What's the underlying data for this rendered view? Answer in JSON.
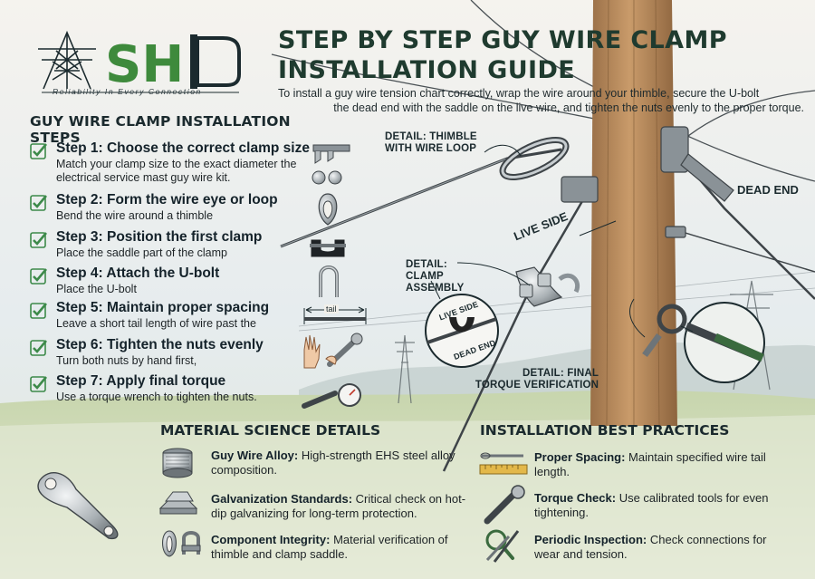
{
  "brand": {
    "logo_text": "SHD",
    "tagline": "Reliability In Every Connection"
  },
  "title": {
    "line1": "STEP BY STEP GUY WIRE CLAMP",
    "line2": "INSTALLATION GUIDE"
  },
  "intro": {
    "line1": "To install a guy wire tension chart correctly, wrap the wire around your thimble, secure the U-bolt",
    "line2": "the dead end with the saddle on the live wire, and tighten the nuts evenly to the proper torque."
  },
  "steps_heading": "GUY WIRE CLAMP INSTALLATION STEPS",
  "steps": [
    {
      "title": "Step 1: Choose the correct clamp size",
      "desc": "Match your clamp size to the exact diameter the electrical service mast guy wire kit."
    },
    {
      "title": "Step 2: Form the wire eye or loop",
      "desc": "Bend the wire around a thimble"
    },
    {
      "title": "Step 3: Position the first clamp",
      "desc": "Place the saddle part of the clamp"
    },
    {
      "title": "Step 4: Attach the U-bolt",
      "desc": "Place the U-bolt"
    },
    {
      "title": "Step 5: Maintain proper spacing",
      "desc": "Leave a short tail length of wire past the"
    },
    {
      "title": "Step 6: Tighten the nuts evenly",
      "desc": "Turn both nuts by hand first,"
    },
    {
      "title": "Step 7: Apply final torque",
      "desc": "Use a torque wrench to tighten the nuts."
    }
  ],
  "tail_label": "tail",
  "details": {
    "thimble": {
      "line1": "DETAIL: THIMBLE",
      "line2": "WITH WIRE LOOP"
    },
    "clamp": {
      "line1": "DETAIL:",
      "line2": "CLAMP",
      "line3": "ASSEMBLY"
    },
    "torque": {
      "line1": "DETAIL: FINAL",
      "line2": "TORQUE VERIFICATION"
    },
    "dead_end": "DEAD END",
    "live_side": "LIVE SIDE",
    "inset_live_side": "LIVE SIDE",
    "inset_dead_end": "DEAD END"
  },
  "material": {
    "heading": "MATERIAL SCIENCE DETAILS",
    "items": [
      {
        "name": "Guy Wire Alloy:",
        "text": "High-strength EHS steel alloy composition."
      },
      {
        "name": "Galvanization Standards:",
        "text": "Critical check on hot-dip galvanizing for long-term protection."
      },
      {
        "name": "Component Integrity:",
        "text": "Material verification of thimble and clamp saddle."
      }
    ]
  },
  "practices": {
    "heading": "INSTALLATION BEST PRACTICES",
    "items": [
      {
        "name": "Proper Spacing:",
        "text": "Maintain specified wire tail length."
      },
      {
        "name": "Torque Check:",
        "text": "Use calibrated tools for even tightening."
      },
      {
        "name": "Periodic Inspection:",
        "text": "Check connections for wear and tension."
      }
    ]
  },
  "colors": {
    "title": "#1f3b2f",
    "check": "#3d8a4a",
    "logo_green": "#3e8a3c",
    "sky": "#e9eef0",
    "grass": "#c9d7b0",
    "pole": "#b78a5c"
  }
}
